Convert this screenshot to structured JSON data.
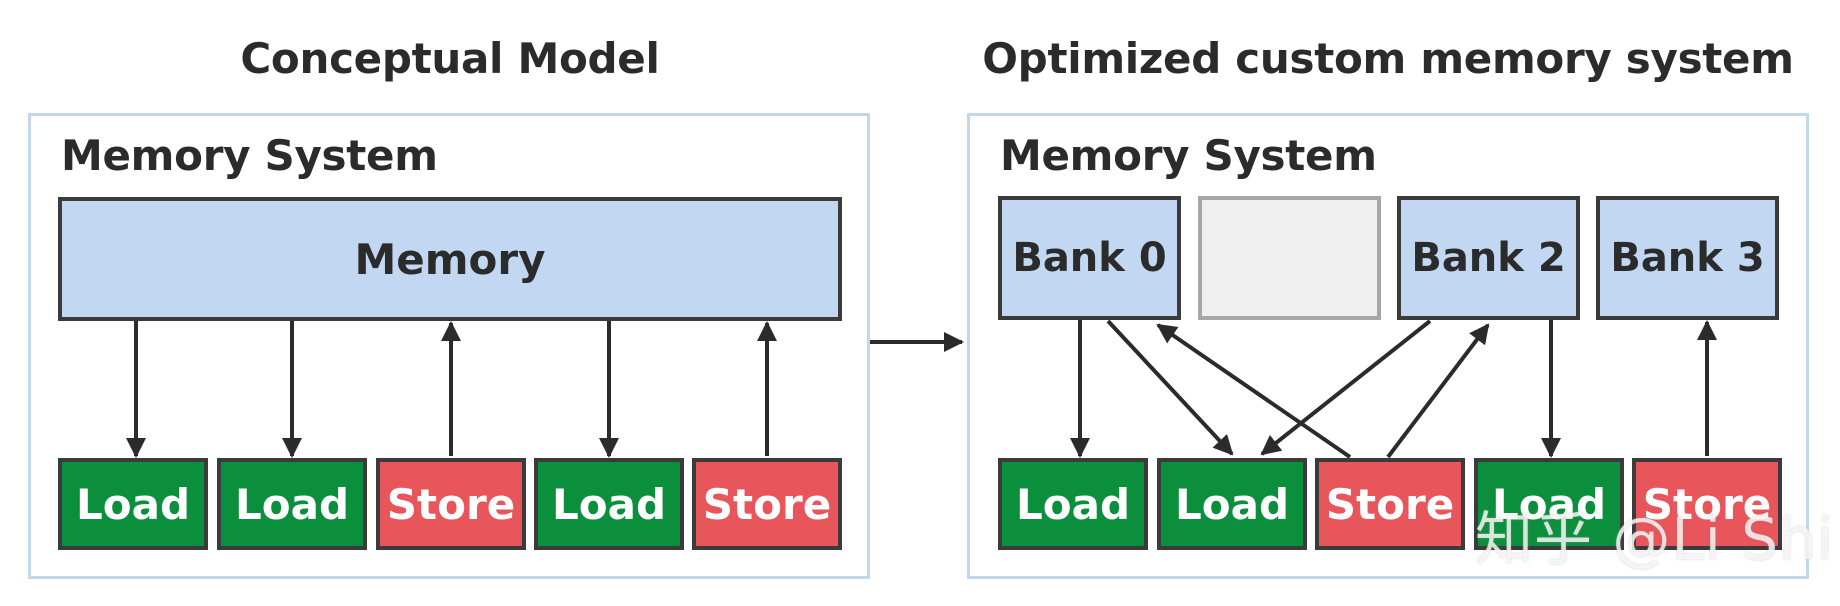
{
  "left": {
    "title": "Conceptual Model",
    "panel_label": "Memory System",
    "memory_label": "Memory",
    "ops": [
      "Load",
      "Load",
      "Store",
      "Load",
      "Store"
    ]
  },
  "right": {
    "title": "Optimized custom memory system",
    "panel_label": "Memory System",
    "banks": [
      "Bank 0",
      "",
      "Bank 2",
      "Bank 3"
    ],
    "ops": [
      "Load",
      "Load",
      "Store",
      "Load",
      "Store"
    ]
  },
  "watermark": "知乎 @Li Shi",
  "colors": {
    "load": "#0c8f3c",
    "store": "#e8555a",
    "memory": "#c2d8f2",
    "panel_border": "#c3d7ec"
  }
}
